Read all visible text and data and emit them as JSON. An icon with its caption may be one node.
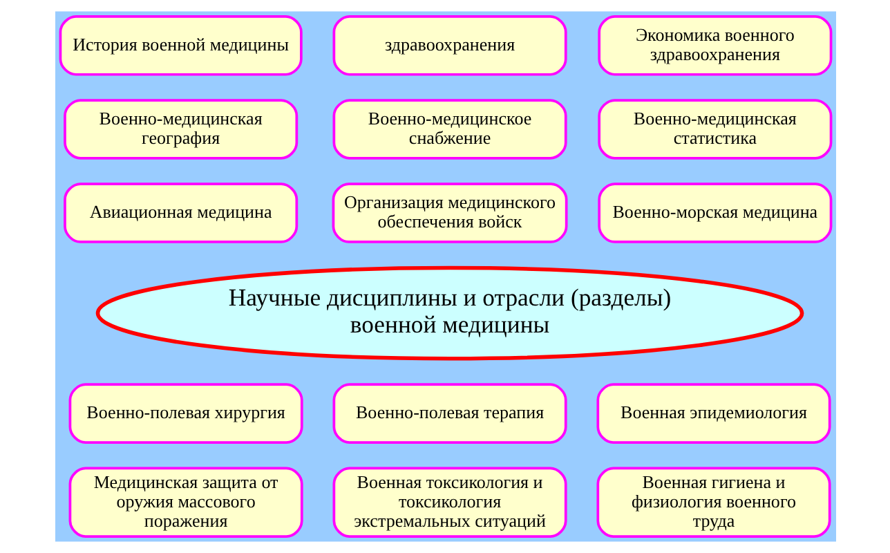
{
  "diagram": {
    "nodes": [
      {
        "text": [
          "История военной медицины"
        ]
      },
      {
        "text": [
          "здравоохранения"
        ]
      },
      {
        "text": [
          "Экономика военного здравоохранения"
        ]
      },
      {
        "text": [
          "Военно-медицинская география"
        ]
      },
      {
        "text": [
          "Военно-медицинское снабжение"
        ]
      },
      {
        "text": [
          "Военно-медицинская статистика"
        ]
      },
      {
        "text": [
          "Авиационная медицина"
        ]
      },
      {
        "text": [
          "Организация медицинского обеспечения войск"
        ]
      },
      {
        "text": [
          "Военно-морская медицина"
        ]
      },
      {
        "text": [
          "Научные дисциплины и отрасли (разделы) военной медицины"
        ]
      },
      {
        "text": [
          "Военно-полевая хирургия"
        ]
      },
      {
        "text": [
          "Военно-полевая терапия"
        ]
      },
      {
        "text": [
          "Военная эпидемиология"
        ]
      },
      {
        "text": [
          "Медицинская защита от оружия массового поражения"
        ]
      },
      {
        "text": [
          "Военная токсикология и токсикология экстремальных ситуаций"
        ]
      },
      {
        "text": [
          "Военная гигиена и физиология военного труда"
        ]
      }
    ]
  }
}
